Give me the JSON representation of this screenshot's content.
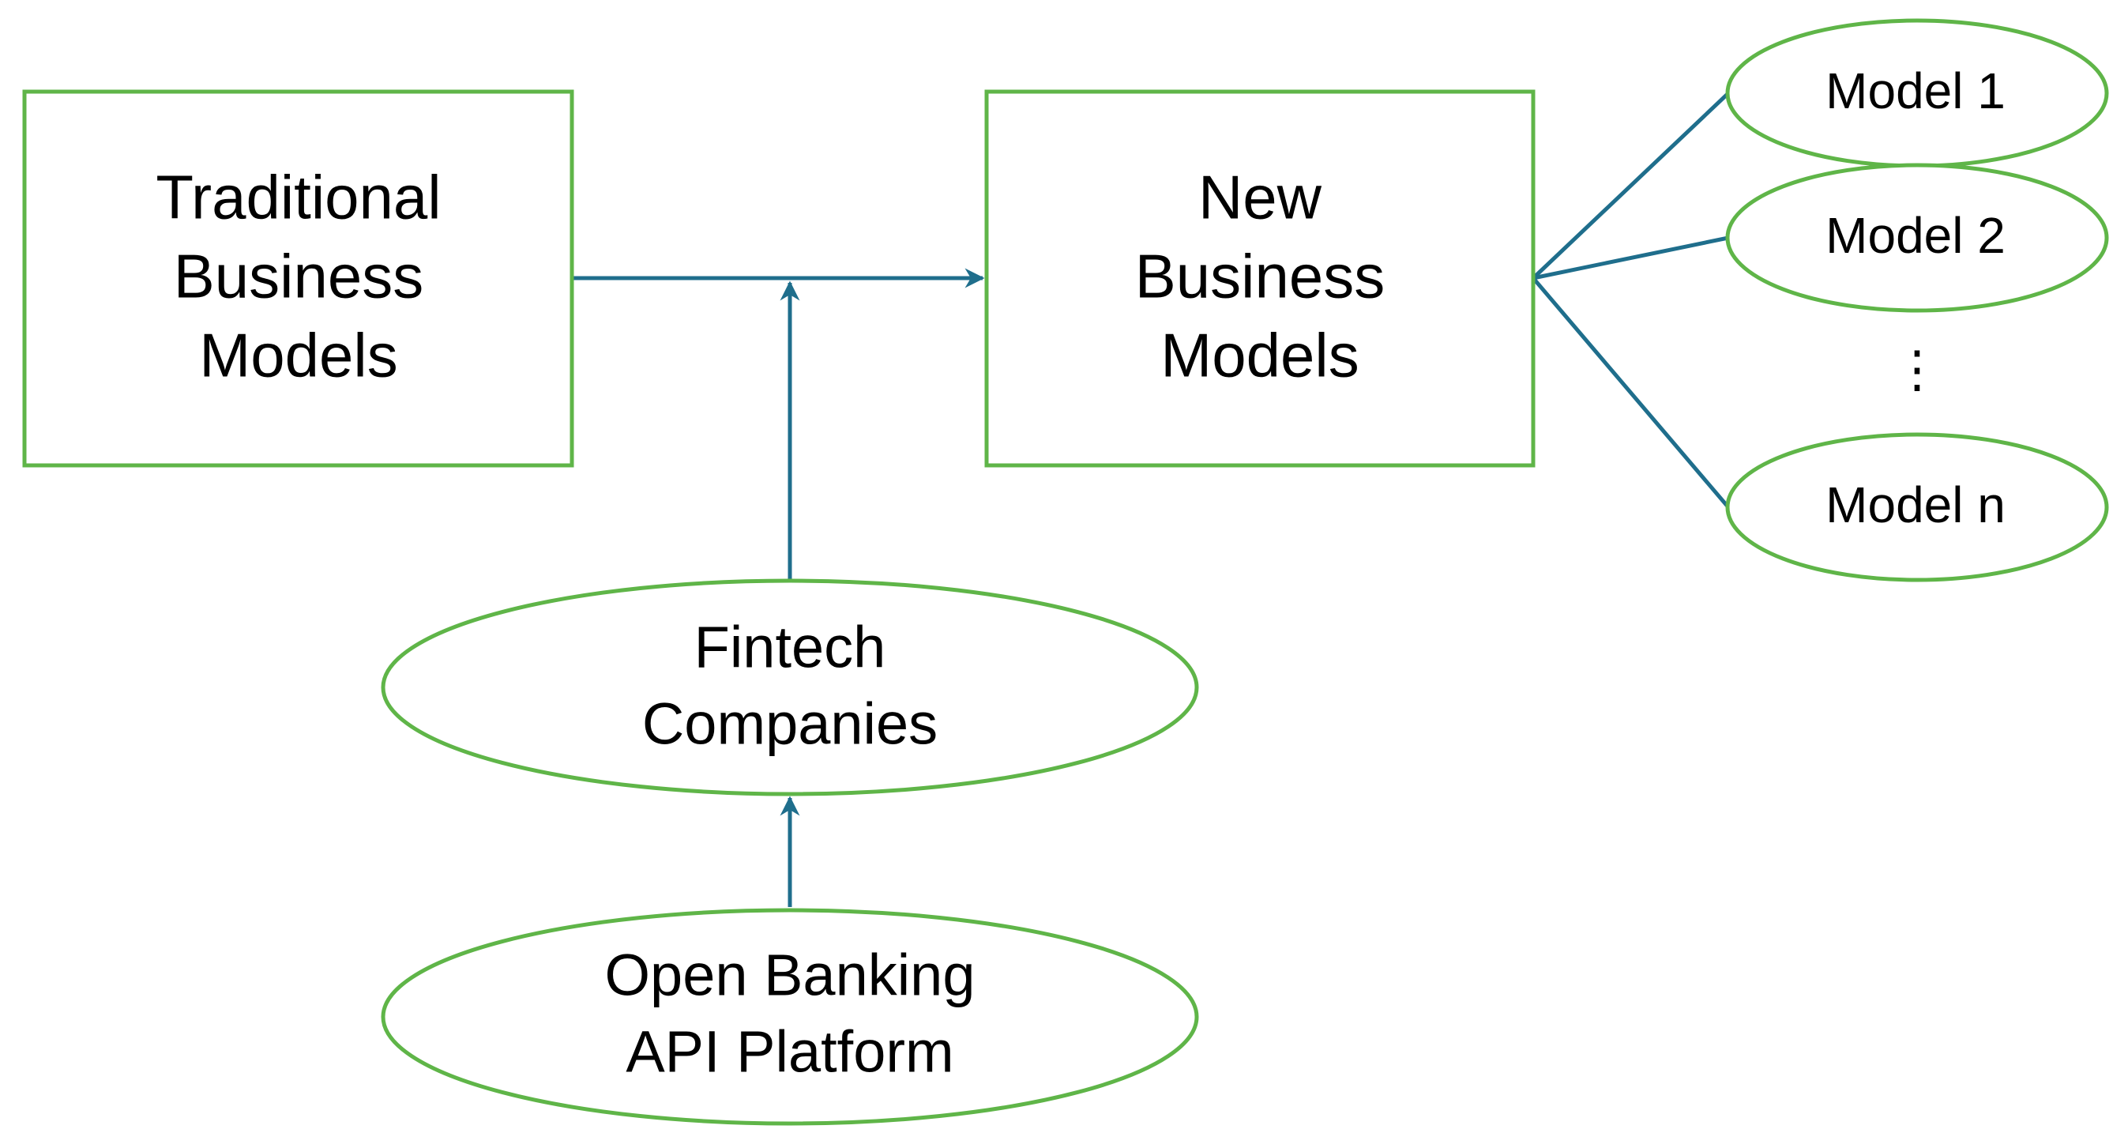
{
  "colors": {
    "node_border": "#5fb548",
    "connector": "#1f6e8c",
    "text": "#000000",
    "background": "#ffffff"
  },
  "nodes": {
    "traditional": {
      "lines": [
        "Traditional",
        "Business",
        "Models"
      ]
    },
    "new_models": {
      "lines": [
        "New",
        "Business",
        "Models"
      ]
    },
    "fintech": {
      "lines": [
        "Fintech",
        "Companies"
      ]
    },
    "open_banking": {
      "lines": [
        "Open Banking",
        "API Platform"
      ]
    },
    "model_1": {
      "label": "Model 1"
    },
    "model_2": {
      "label": "Model 2"
    },
    "model_n": {
      "label": "Model n"
    },
    "ellipsis": {
      "label": "⋮"
    }
  }
}
